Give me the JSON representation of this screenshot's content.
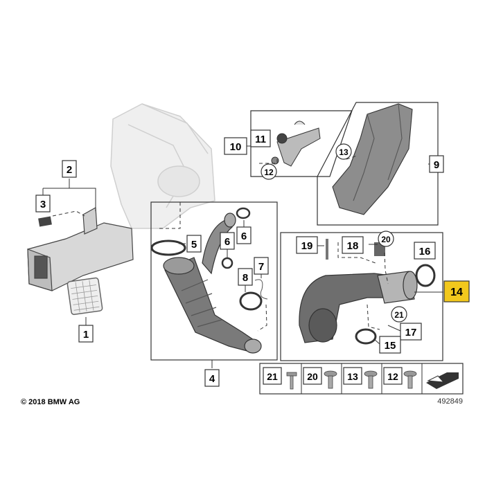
{
  "callouts": {
    "c1": "1",
    "c2": "2",
    "c3": "3",
    "c4": "4",
    "c5": "5",
    "c6": "6",
    "c7": "7",
    "c8": "8",
    "c9": "9",
    "c10": "10",
    "c11": "11",
    "c12": "12",
    "c13": "13",
    "c14": "14",
    "c15": "15",
    "c16": "16",
    "c17": "17",
    "c18": "18",
    "c19": "19",
    "c20": "20",
    "c21": "21"
  },
  "legend": {
    "l21": "21",
    "l20": "20",
    "l13": "13",
    "l12": "12"
  },
  "footer": {
    "copyright": "© 2018 BMW AG",
    "diagram_number": "492849"
  },
  "colors": {
    "highlight": "#f2c81d",
    "line": "#333333",
    "part_fill": "#dcdcdc",
    "ghost": "#efefef"
  }
}
